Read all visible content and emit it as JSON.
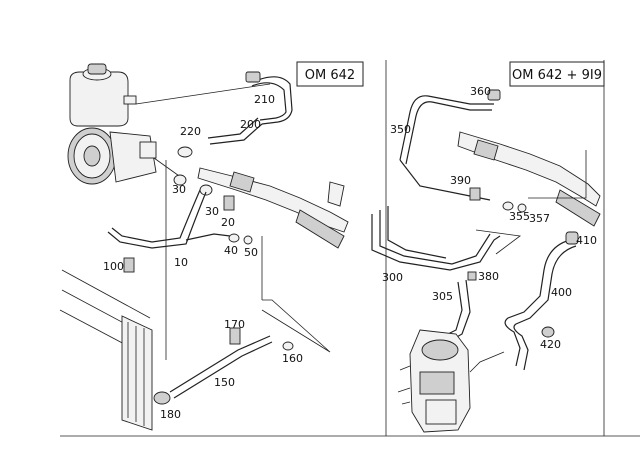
{
  "panels": {
    "left": {
      "title": "OM 642"
    },
    "right": {
      "title": "OM 642 + 9I9"
    }
  },
  "callouts": {
    "left": [
      "210",
      "220",
      "200",
      "30",
      "30",
      "20",
      "40",
      "50",
      "100",
      "10",
      "170",
      "160",
      "150",
      "180"
    ],
    "right": [
      "360",
      "350",
      "390",
      "355",
      "357",
      "410",
      "300",
      "380",
      "305",
      "400",
      "420"
    ]
  },
  "colors": {
    "line": "#222222",
    "background": "#ffffff"
  }
}
